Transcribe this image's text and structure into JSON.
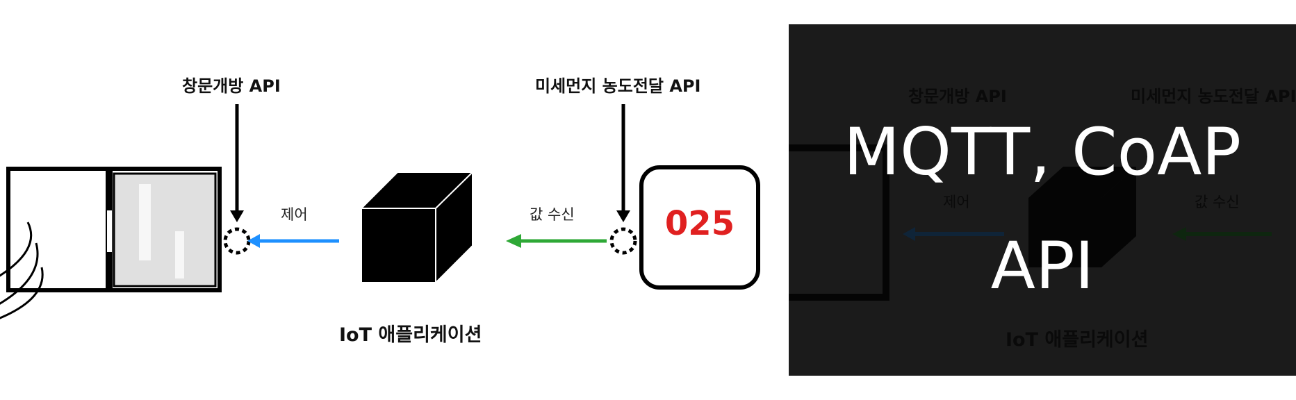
{
  "diagram": {
    "window_api_label": "창문개방 API",
    "dust_api_label": "미세먼지 농도전달 API",
    "control_label": "제어",
    "receive_label": "값 수신",
    "sensor_value": "025",
    "app_label": "IoT 애플리케이션"
  },
  "overlay": {
    "title_line1": "MQTT, CoAP",
    "title_line2": "API"
  },
  "colors": {
    "control_arrow": "#1e90ff",
    "receive_arrow": "#2ea836",
    "sensor_value": "#e02020",
    "panel_bg": "#1b1b1b"
  }
}
